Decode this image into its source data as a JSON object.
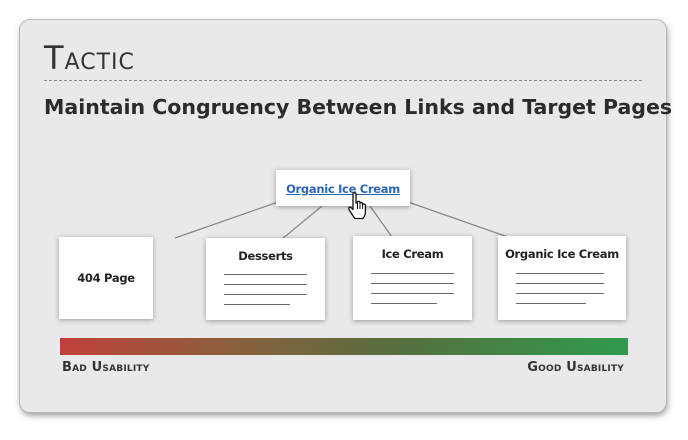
{
  "heading": "Tactic",
  "subtitle": "Maintain Congruency Between Links and Target Pages",
  "link_box": {
    "text": "Organic Ice Cream"
  },
  "pages": [
    {
      "title": "404 Page"
    },
    {
      "title": "Desserts"
    },
    {
      "title": "Ice Cream"
    },
    {
      "title": "Organic Ice Cream"
    }
  ],
  "scale": {
    "bad_label": "Bad Usability",
    "good_label": "Good Usability",
    "bad_color": "#c1403a",
    "good_color": "#2e9b4e"
  },
  "cursor_icon": "hand-pointer-icon"
}
